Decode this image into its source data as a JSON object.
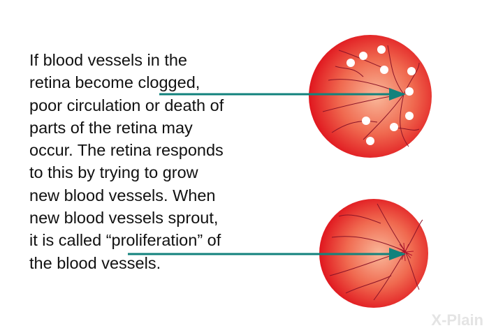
{
  "body_text_lines": [
    "If blood vessels in the",
    "retina become clogged,",
    "poor circulation or death of",
    "parts of the retina may",
    "occur. The retina responds",
    "to this by trying to grow",
    "new blood vessels. When",
    "new blood vessels sprout,",
    "it is called “proliferation” of",
    "the blood vessels."
  ],
  "logo_text": "X-Plain",
  "colors": {
    "arrow": "#12827c",
    "retina_edge": "#e0161e",
    "retina_center": "#f9b89a",
    "vessel": "#8a1428"
  }
}
